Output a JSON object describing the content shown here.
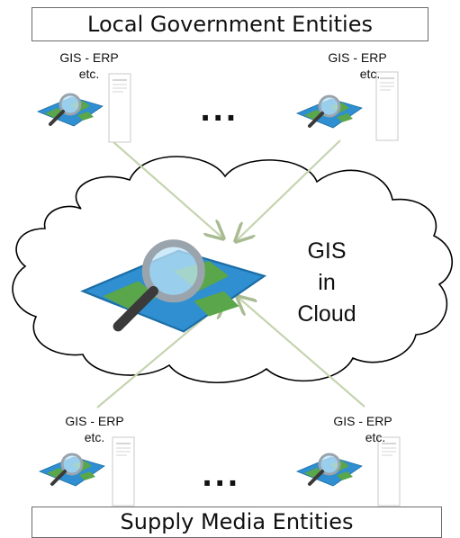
{
  "top_box": {
    "title": "Local Government Entities"
  },
  "bottom_box": {
    "title": "Supply Media Entities"
  },
  "cloud": {
    "line1": "GIS",
    "line2": "in",
    "line3": "Cloud"
  },
  "nodes": {
    "top_left": {
      "line1": "GIS - ERP",
      "line2": "etc."
    },
    "top_right": {
      "line1": "GIS - ERP",
      "line2": "etc."
    },
    "bottom_left": {
      "line1": "GIS - ERP",
      "line2": "etc."
    },
    "bottom_right": {
      "line1": "GIS - ERP",
      "line2": "etc."
    }
  },
  "ellipsis_top": "...",
  "ellipsis_bottom": "...",
  "colors": {
    "arrow": "#c5d4b0",
    "map_blue": "#2f8fd0",
    "land_green": "#5aa64a",
    "cloud_stroke": "#000000"
  }
}
